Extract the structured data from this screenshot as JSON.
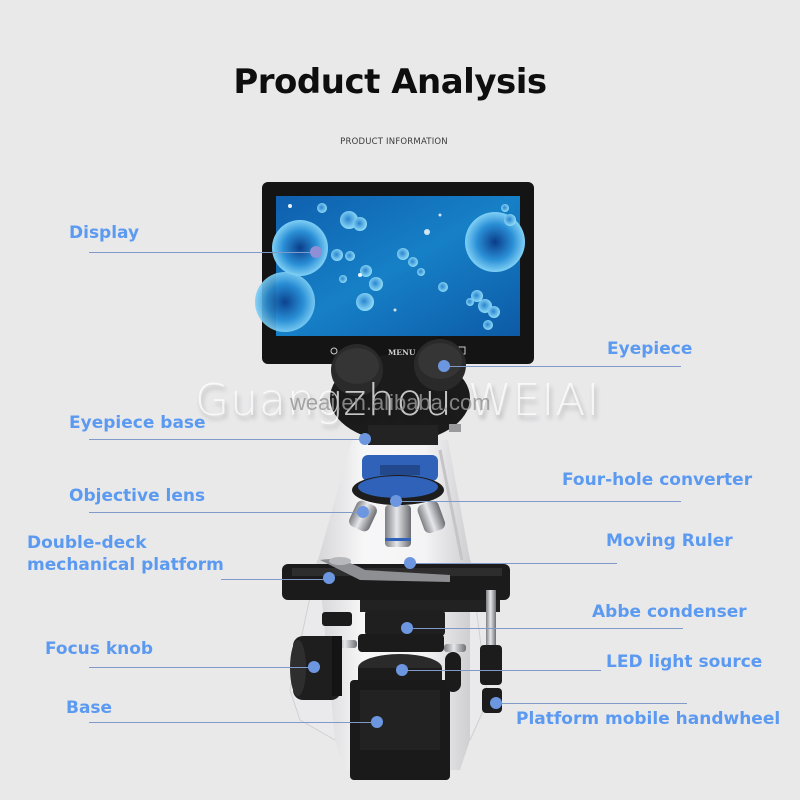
{
  "header": {
    "title": "Product Analysis",
    "subtitle": "PRODUCT INFORMATION"
  },
  "watermark": {
    "main": "Guangzhou WEIAI",
    "url": "weai.en.alibaba.com"
  },
  "device": {
    "screen_button_menu": "MENU"
  },
  "colors": {
    "label": "#5b9af0",
    "leader_line": "#7f99c9",
    "marker_dot": "#6c97e0",
    "background": "#e9e9ea"
  },
  "callouts": {
    "left": [
      {
        "label": "Display"
      },
      {
        "label": "Eyepiece base"
      },
      {
        "label": "Objective lens"
      },
      {
        "label": "Double-deck"
      },
      {
        "label": "mechanical platform"
      },
      {
        "label": "Focus knob"
      },
      {
        "label": "Base"
      }
    ],
    "right": [
      {
        "label": "Eyepiece"
      },
      {
        "label": "Four-hole converter"
      },
      {
        "label": "Moving Ruler"
      },
      {
        "label": "Abbe condenser"
      },
      {
        "label": "LED light source"
      },
      {
        "label": "Platform mobile handwheel"
      }
    ]
  }
}
